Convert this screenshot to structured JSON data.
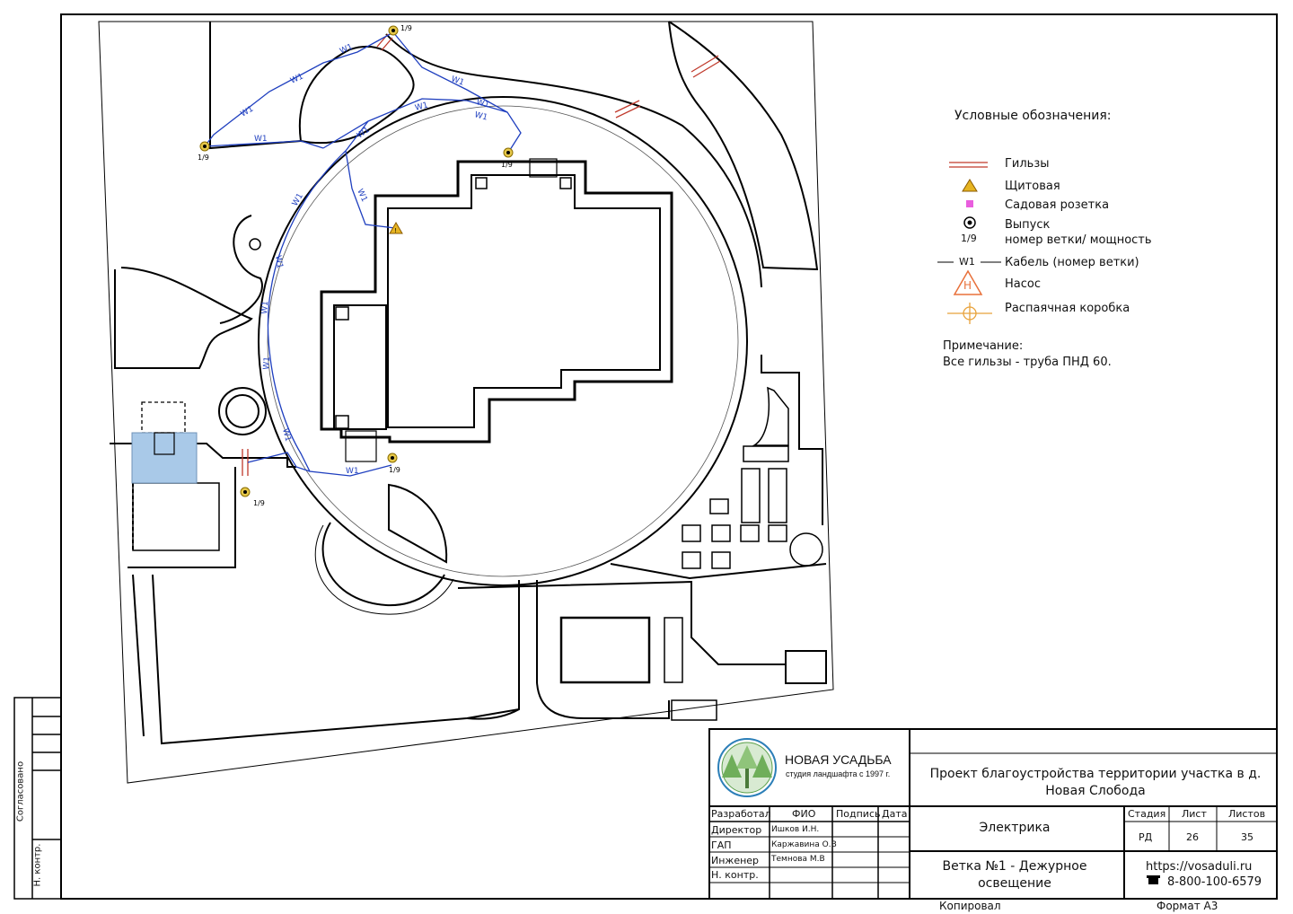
{
  "legend": {
    "title": "Условные обозначения:",
    "items": {
      "sleeves": "Гильзы",
      "panel": "Щитовая",
      "socket": "Садовая розетка",
      "outlet_line1": "Выпуск",
      "outlet_code": "1/9",
      "outlet_line2": "номер ветки/ мощность",
      "cable_code": "W1",
      "cable": "Кабель (номер ветки)",
      "pump_letter": "Н",
      "pump": "Насос",
      "junction": "Распаячная коробка"
    },
    "note_title": "Примечание:",
    "note_text": "Все гильзы - труба ПНД 60."
  },
  "plan": {
    "cable_label": "W1",
    "outlet_label": "1/9"
  },
  "side_stamp": {
    "agreed": "Согласовано",
    "norm_control": "Н. контр."
  },
  "title_block": {
    "company_name": "НОВАЯ УСАДЬБА",
    "company_sub": "студия ландшафта с 1997 г.",
    "project_title": "Проект благоустройства территории участка в д. Новая Слобода",
    "section": "Электрика",
    "sheet_name": "Ветка №1 - Дежурное освещение",
    "headers": [
      "Разработал",
      "ФИО",
      "Подпись",
      "Дата"
    ],
    "staff": [
      {
        "role": "Директор",
        "name": "Ишков И.Н."
      },
      {
        "role": "ГАП",
        "name": "Каржавина О.В"
      },
      {
        "role": "Инженер",
        "name": "Темнова М.В"
      },
      {
        "role": "Н. контр.",
        "name": ""
      }
    ],
    "stage_label": "Стадия",
    "sheet_label": "Лист",
    "sheets_label": "Листов",
    "stage": "РД",
    "sheet": "26",
    "sheets": "35",
    "website": "https://vosaduli.ru",
    "phone": "8-800-100-6579",
    "copied": "Копировал",
    "format": "Формат  А3"
  },
  "colors": {
    "cable": "#1f3fbf",
    "sleeve": "#c0392b",
    "outlet": "#c9a227",
    "socket": "#e01ad0",
    "pump": "#e8703a",
    "junction": "#e8a23a",
    "entrance_fill": "#a9c9e8"
  }
}
